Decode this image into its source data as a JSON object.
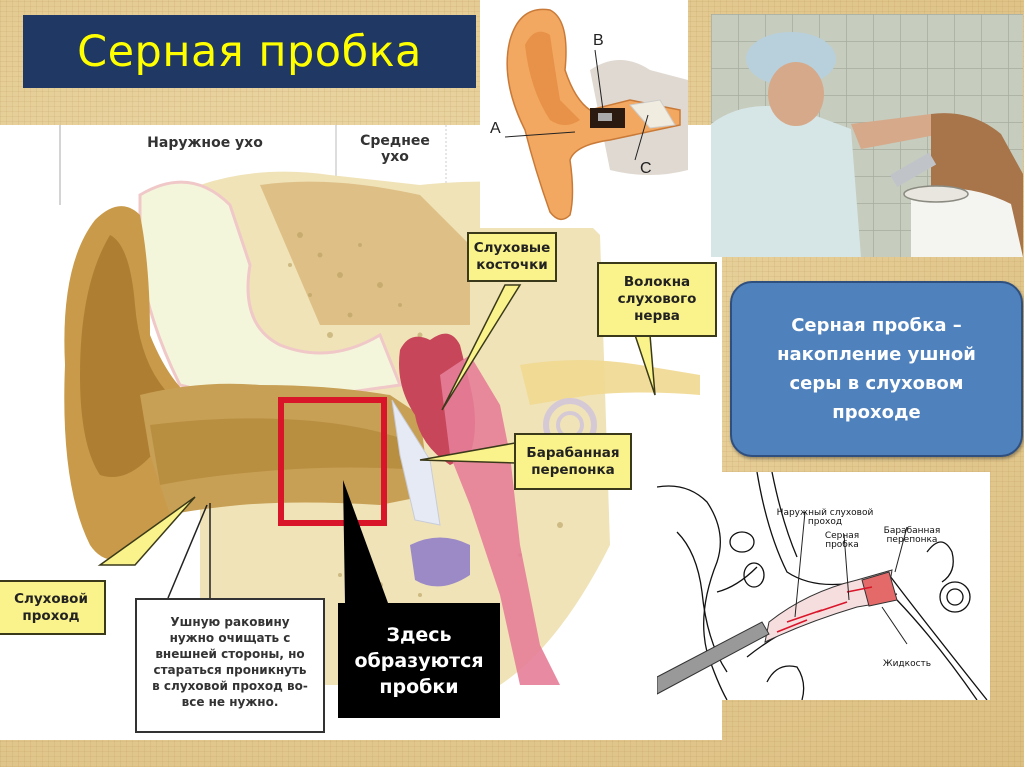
{
  "slide": {
    "title": "Серная пробка",
    "colors": {
      "title_bg": "#1f3864",
      "title_text": "#ffff00",
      "definition_bg": "#4f81bd",
      "callout_yellow": "#faf28a",
      "highlight_red": "#d9152a"
    }
  },
  "main_diagram": {
    "sections": {
      "outer_ear": "Наружное ухо",
      "middle_ear_line1": "Среднее",
      "middle_ear_line2": "ухо"
    },
    "callouts": {
      "ossicles_line1": "Слуховые",
      "ossicles_line2": "косточки",
      "nerve_line1": "Волокна",
      "nerve_line2": "слухового",
      "nerve_line3": "нерва",
      "eardrum_line1": "Барабанная",
      "eardrum_line2": "перепонка",
      "canal_line1": "Слуховой",
      "canal_line2": "проход",
      "advice_lines": [
        "Ушную раковину",
        "нужно очищать с",
        "внешней стороны, но",
        "стараться проникнуть",
        "в слуховой проход во-",
        "все не нужно."
      ],
      "plugs_line1": "Здесь",
      "plugs_line2": "образуются",
      "plugs_line3": "пробки"
    }
  },
  "ear_picture": {
    "labels": {
      "a": "A",
      "b": "B",
      "c": "C"
    }
  },
  "definition": {
    "lines": [
      "Серная пробка –",
      "накопление ушной",
      "серы в слуховом",
      "проходе"
    ]
  },
  "line_drawing": {
    "labels": {
      "canal_line1": "Наружный слуховой",
      "canal_line2": "проход",
      "plug_line1": "Серная",
      "plug_line2": "пробка",
      "eardrum_line1": "Барабанная",
      "eardrum_line2": "перепонка",
      "fluid": "Жидкость"
    }
  }
}
